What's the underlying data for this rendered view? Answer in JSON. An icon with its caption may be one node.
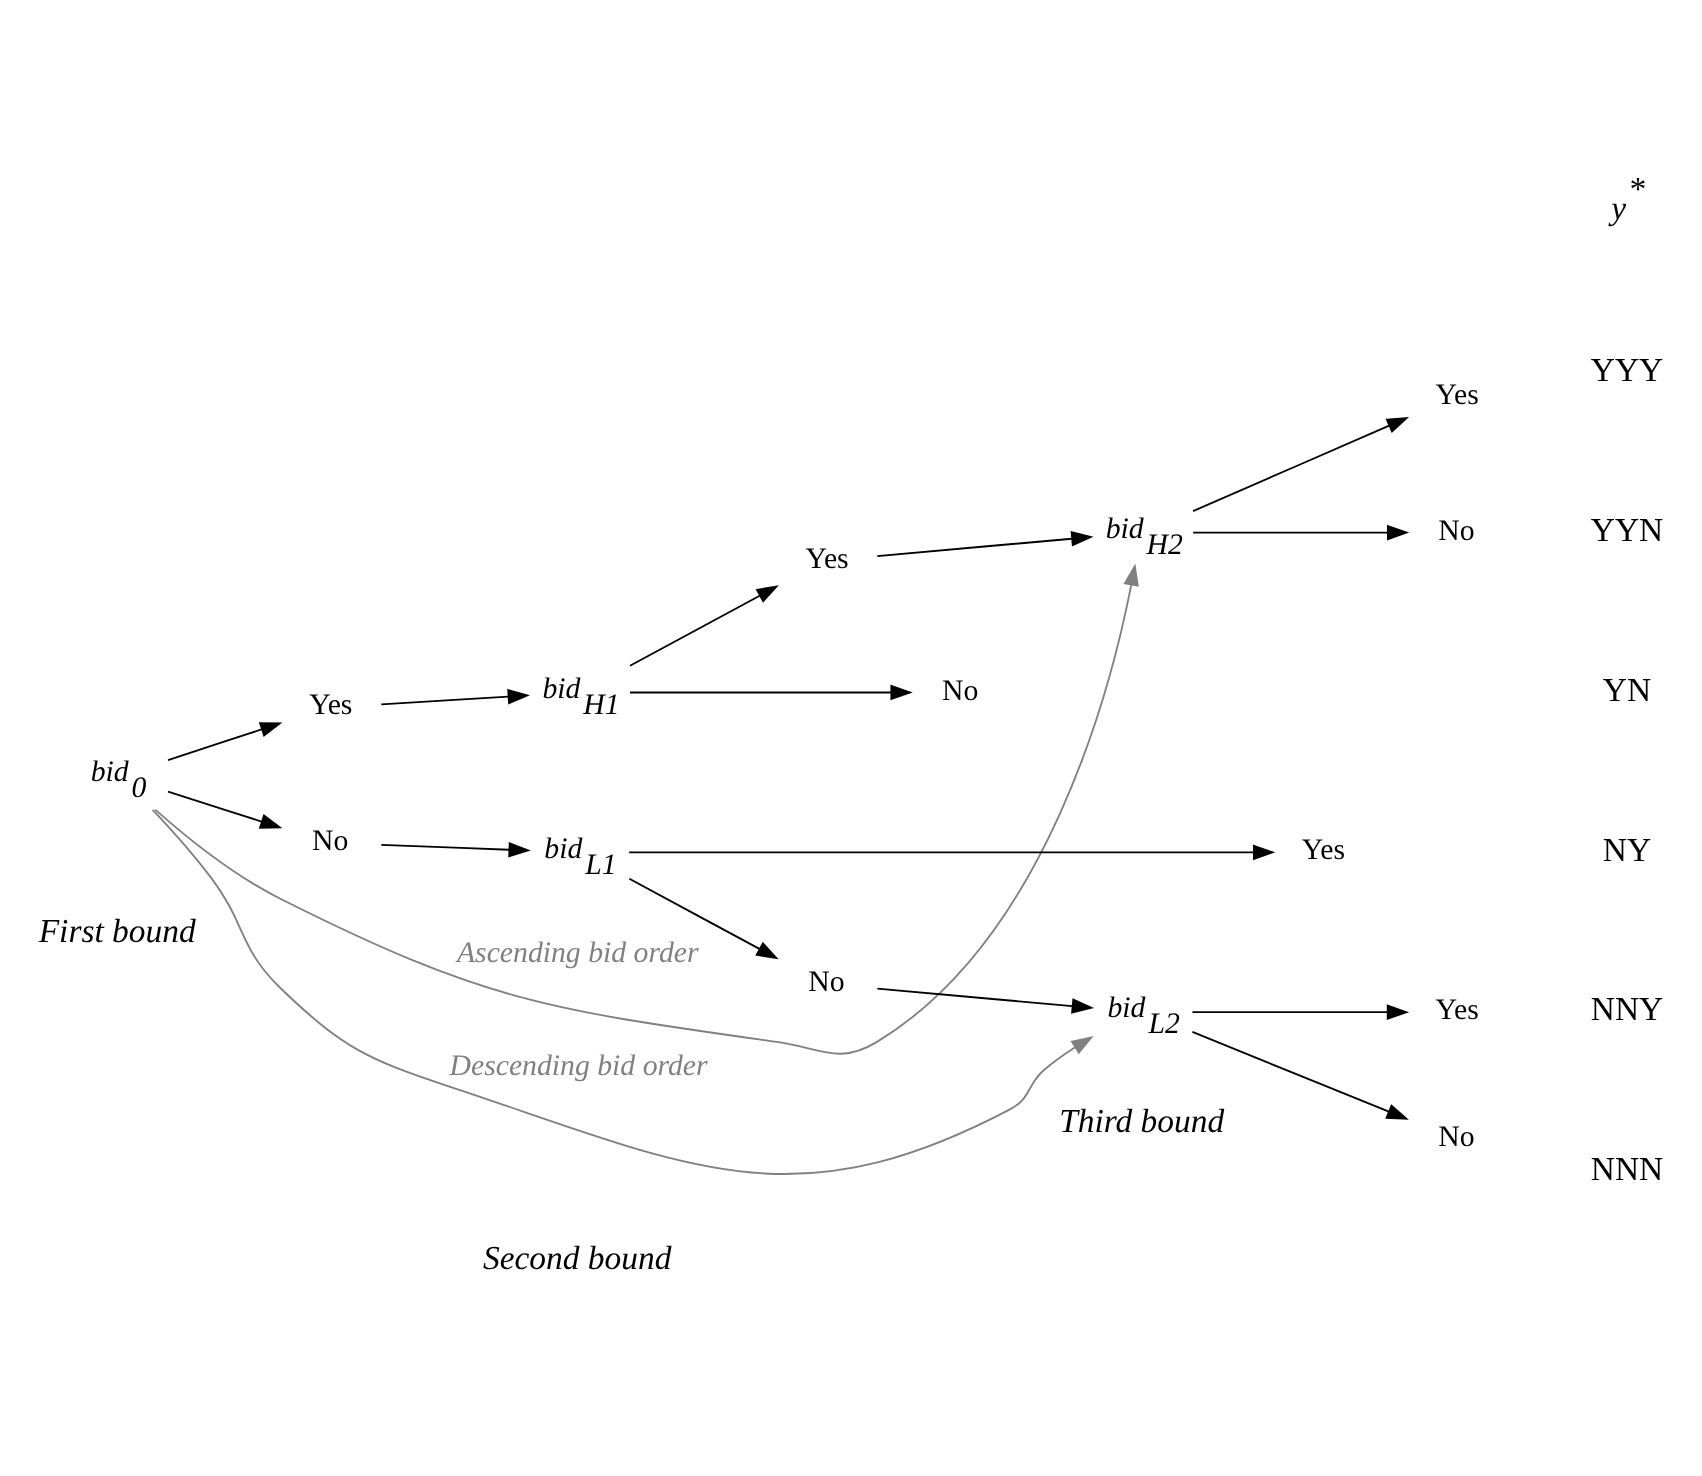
{
  "diagram": {
    "nodes": [
      {
        "text": [
          "bid$_{0}$"
        ]
      },
      {
        "text": [
          "Yes"
        ]
      },
      {
        "text": [
          "No"
        ]
      },
      {
        "text": [
          "bid$_{H1}$"
        ]
      },
      {
        "text": [
          "bid$_{L1}$"
        ]
      },
      {
        "text": [
          "Yes"
        ]
      },
      {
        "text": [
          "No"
        ]
      },
      {
        "text": [
          "Yes"
        ]
      },
      {
        "text": [
          "No"
        ]
      },
      {
        "text": [
          "bid$_{H2}$"
        ]
      },
      {
        "text": [
          "bid$_{L2}$"
        ]
      },
      {
        "text": [
          "Yes"
        ]
      },
      {
        "text": [
          "No"
        ]
      },
      {
        "text": [
          "Yes"
        ]
      },
      {
        "text": [
          "No"
        ]
      }
    ],
    "edges": [
      {
        "from": 0,
        "to": 1,
        "arrow": "to"
      },
      {
        "from": 1,
        "to": 3,
        "arrow": "to"
      },
      {
        "from": 0,
        "to": 2,
        "arrow": "to"
      },
      {
        "from": 2,
        "to": 4,
        "arrow": "to"
      },
      {
        "from": 3,
        "to": 5,
        "arrow": "to"
      },
      {
        "from": 5,
        "to": 9,
        "arrow": "to"
      },
      {
        "from": 3,
        "to": 6,
        "arrow": "to"
      },
      {
        "from": 4,
        "to": 7,
        "arrow": "to"
      },
      {
        "from": 4,
        "to": 8,
        "arrow": "to"
      },
      {
        "from": 8,
        "to": 10,
        "arrow": "to"
      },
      {
        "from": 9,
        "to": 11,
        "arrow": "to"
      },
      {
        "from": 9,
        "to": 12,
        "arrow": "to"
      },
      {
        "from": 10,
        "to": 13,
        "arrow": "to"
      },
      {
        "from": 10,
        "to": 14,
        "arrow": "to"
      },
      {
        "from": 0,
        "to": 9,
        "arrow": "to",
        "label": "Ascending bid order",
        "color": "#808080"
      },
      {
        "from": 0,
        "to": 10,
        "arrow": "to",
        "label": "Descending bid order",
        "color": "#808080"
      }
    ],
    "labels": [
      "First bound",
      "Second bound",
      "Third bound",
      "y$^{*}$",
      "YYY",
      "YYN",
      "YN",
      "NY",
      "NNY",
      "NNN"
    ]
  }
}
